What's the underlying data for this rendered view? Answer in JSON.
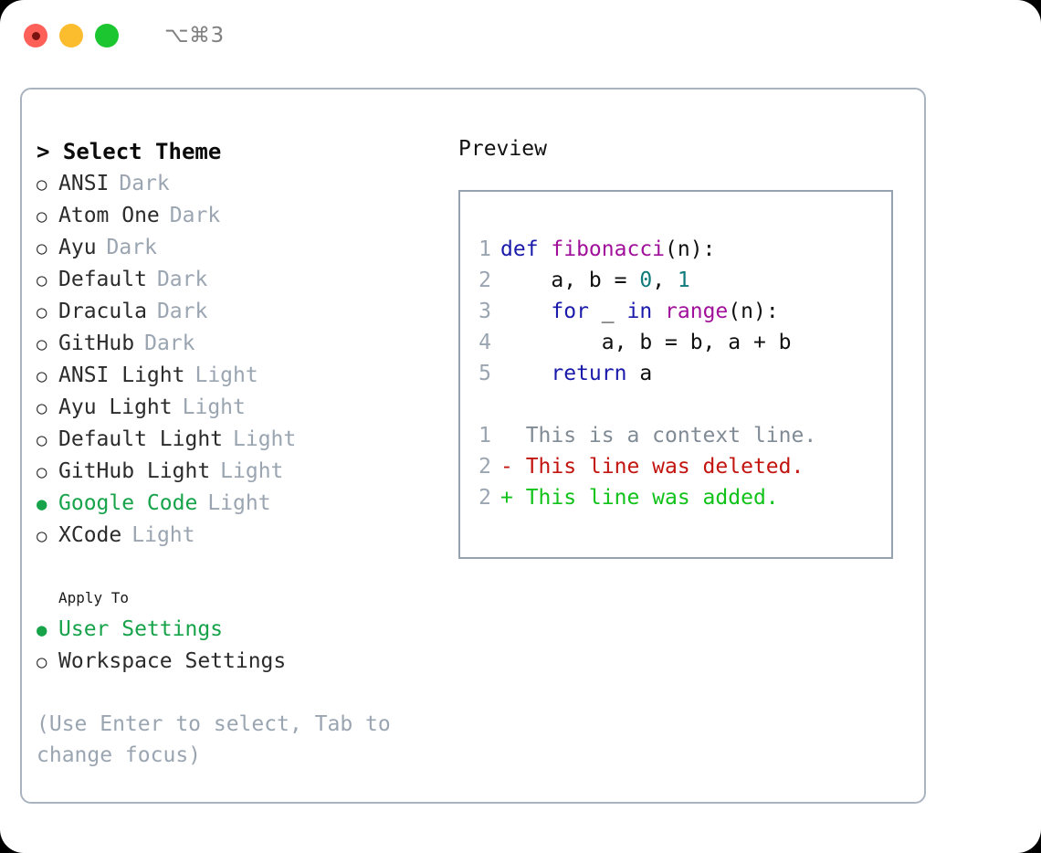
{
  "titlebar": {
    "shortcut": "⌥⌘3",
    "buttons": [
      {
        "name": "close",
        "color": "#ff6159"
      },
      {
        "name": "minimize",
        "color": "#fbbd2e"
      },
      {
        "name": "maximize",
        "color": "#1cc631"
      }
    ]
  },
  "colors": {
    "accent_green": "#16a34a",
    "dim": "#9aa5b1",
    "text": "#2b2b2b",
    "border": "#aab4c0",
    "preview_border": "#96a2b0",
    "keyword": "#1a1aaa",
    "function": "#a0109a",
    "number": "#0f7b7b",
    "diff_add": "#10c219",
    "diff_del": "#c3150f",
    "diff_ctx": "#808b95"
  },
  "theme_picker": {
    "header": "> Select Theme",
    "items": [
      {
        "bullet": "○",
        "name": "ANSI",
        "variant": "Dark",
        "selected": false
      },
      {
        "bullet": "○",
        "name": "Atom One",
        "variant": "Dark",
        "selected": false
      },
      {
        "bullet": "○",
        "name": "Ayu",
        "variant": "Dark",
        "selected": false
      },
      {
        "bullet": "○",
        "name": "Default",
        "variant": "Dark",
        "selected": false
      },
      {
        "bullet": "○",
        "name": "Dracula",
        "variant": "Dark",
        "selected": false
      },
      {
        "bullet": "○",
        "name": "GitHub",
        "variant": "Dark",
        "selected": false
      },
      {
        "bullet": "○",
        "name": "ANSI Light",
        "variant": "Light",
        "selected": false
      },
      {
        "bullet": "○",
        "name": "Ayu Light",
        "variant": "Light",
        "selected": false
      },
      {
        "bullet": "○",
        "name": "Default Light",
        "variant": "Light",
        "selected": false
      },
      {
        "bullet": "○",
        "name": "GitHub Light",
        "variant": "Light",
        "selected": false
      },
      {
        "bullet": "●",
        "name": "Google Code",
        "variant": "Light",
        "selected": true
      },
      {
        "bullet": "○",
        "name": "XCode",
        "variant": "Light",
        "selected": false
      }
    ]
  },
  "apply_to": {
    "header": "Apply To",
    "items": [
      {
        "bullet": "●",
        "name": "User Settings",
        "selected": true
      },
      {
        "bullet": "○",
        "name": "Workspace Settings",
        "selected": false
      }
    ]
  },
  "hint": "(Use Enter to select, Tab to change focus)",
  "preview": {
    "title": "Preview",
    "code_lines": [
      {
        "number": "1",
        "tokens": [
          {
            "text": "def ",
            "style": "kw"
          },
          {
            "text": "fibonacci",
            "style": "fn"
          },
          {
            "text": "(n):",
            "style": "pl"
          }
        ]
      },
      {
        "number": "2",
        "tokens": [
          {
            "text": "    a, b = ",
            "style": "pl"
          },
          {
            "text": "0",
            "style": "num"
          },
          {
            "text": ", ",
            "style": "pl"
          },
          {
            "text": "1",
            "style": "num"
          }
        ]
      },
      {
        "number": "3",
        "tokens": [
          {
            "text": "    ",
            "style": "pl"
          },
          {
            "text": "for",
            "style": "kw"
          },
          {
            "text": " _ ",
            "style": "pl"
          },
          {
            "text": "in",
            "style": "kw"
          },
          {
            "text": " ",
            "style": "pl"
          },
          {
            "text": "range",
            "style": "fn"
          },
          {
            "text": "(n):",
            "style": "pl"
          }
        ]
      },
      {
        "number": "4",
        "tokens": [
          {
            "text": "        a, b = b, a + b",
            "style": "pl"
          }
        ]
      },
      {
        "number": "5",
        "tokens": [
          {
            "text": "    ",
            "style": "pl"
          },
          {
            "text": "return",
            "style": "kw"
          },
          {
            "text": " a",
            "style": "pl"
          }
        ]
      }
    ],
    "diff_lines": [
      {
        "number": "1",
        "marker": " ",
        "text": "  This is a context line.",
        "kind": "ctx"
      },
      {
        "number": "2",
        "marker": "-",
        "text": "- This line was deleted.",
        "kind": "del"
      },
      {
        "number": "2",
        "marker": "+",
        "text": "+ This line was added.",
        "kind": "add"
      }
    ]
  }
}
